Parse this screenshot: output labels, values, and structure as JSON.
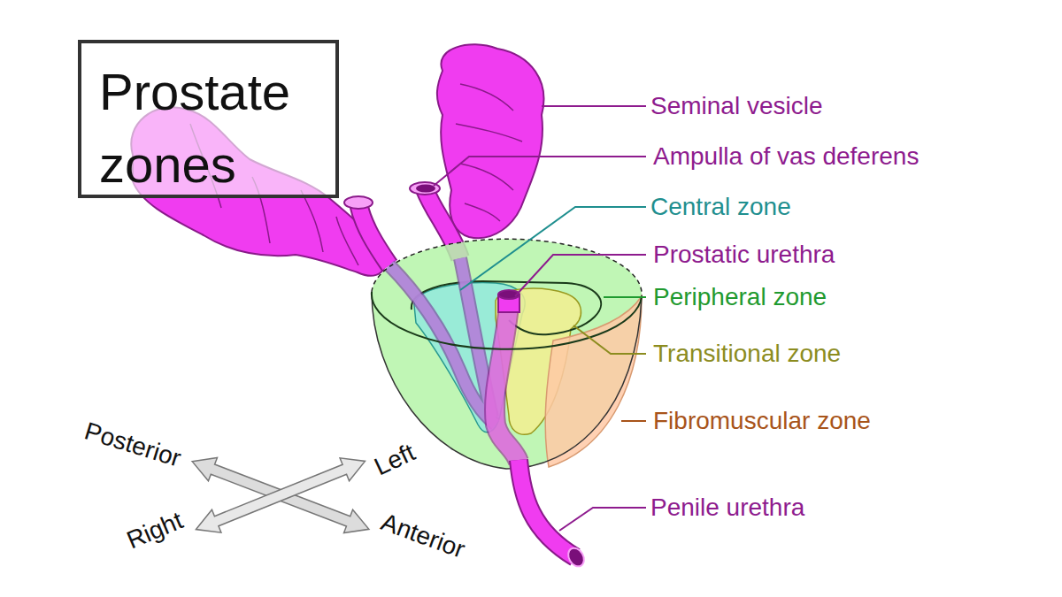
{
  "diagram": {
    "title": "Prostate zones",
    "labels": [
      "Seminal vesicle",
      "Ampulla of vas deferens",
      "Central zone",
      "Prostatic urethra",
      "Peripheral zone",
      "Transitional zone",
      "Fibromuscular zone",
      "Penile urethra",
      "Posterior",
      "Left",
      "Right",
      "Anterior"
    ]
  }
}
